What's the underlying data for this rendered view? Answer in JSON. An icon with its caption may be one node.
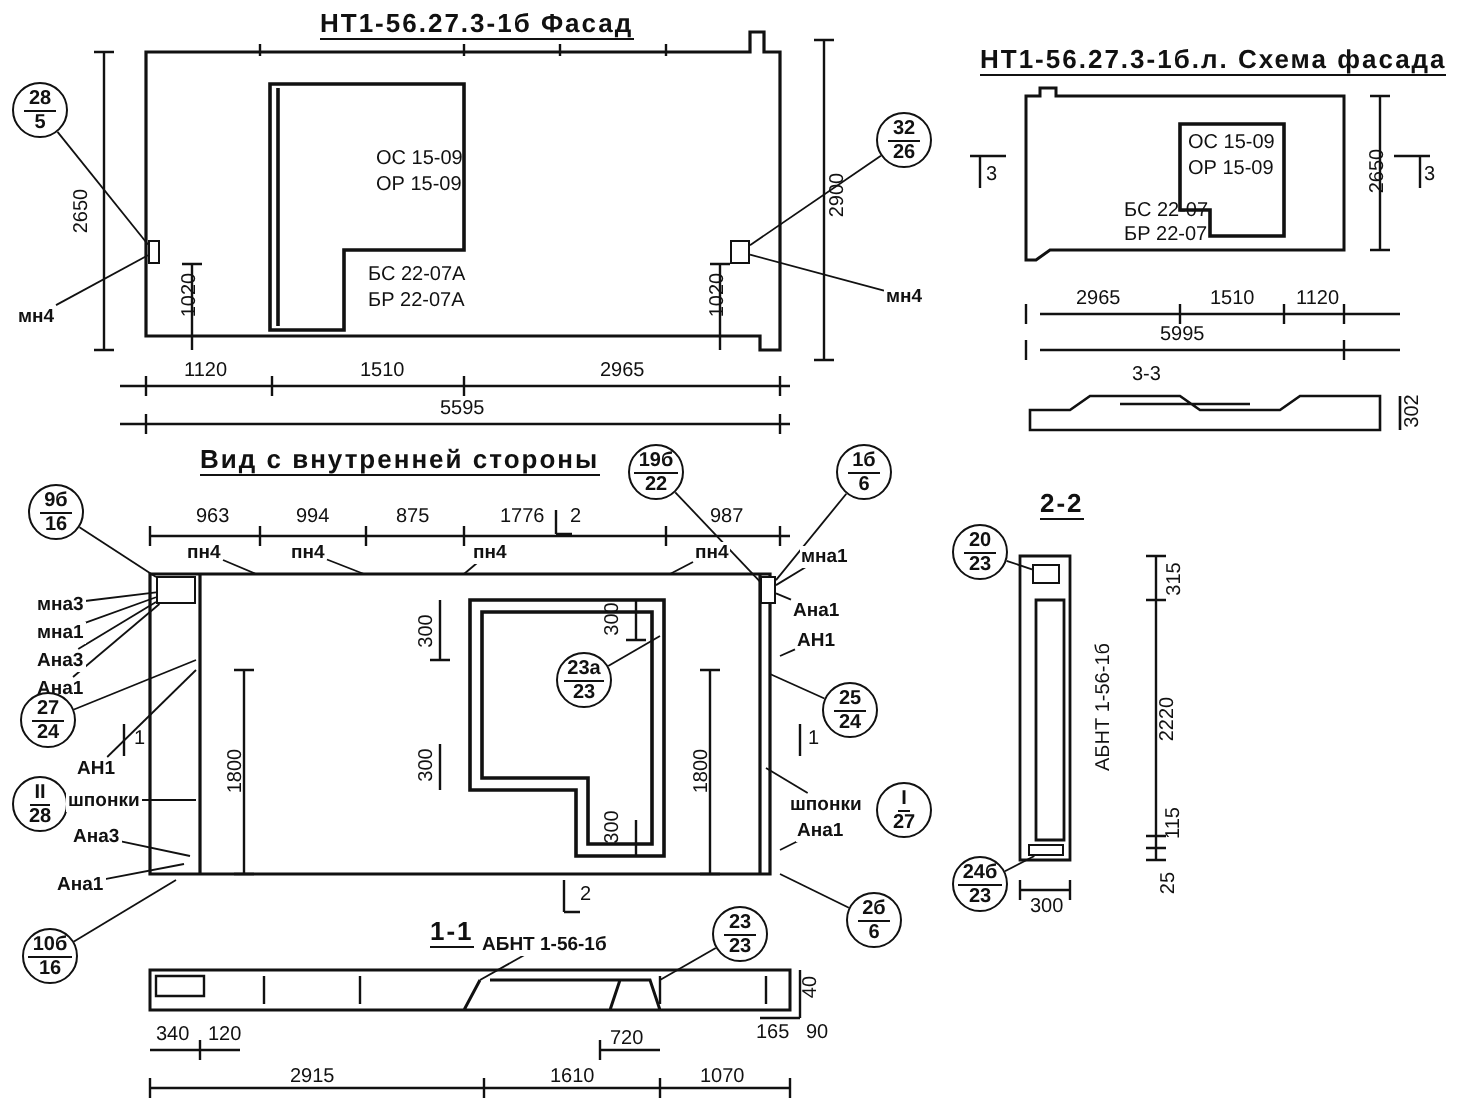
{
  "diagram": {
    "nodes": [
      {
        "text": [
          "28",
          "5"
        ]
      },
      {
        "text": [
          "мн4"
        ]
      },
      {
        "text": [
          "32",
          "26"
        ]
      },
      {
        "text": [
          "мн4"
        ]
      },
      {
        "text": [
          "9б",
          "16"
        ]
      },
      {
        "text": [
          "мна3"
        ]
      },
      {
        "text": [
          "мна1"
        ]
      },
      {
        "text": [
          "Ана3"
        ]
      },
      {
        "text": [
          "Ана1"
        ]
      },
      {
        "text": [
          "27",
          "24"
        ]
      },
      {
        "text": [
          "АН1"
        ]
      },
      {
        "text": [
          "II",
          "28"
        ]
      },
      {
        "text": [
          "шпонки"
        ]
      },
      {
        "text": [
          "Ана3"
        ]
      },
      {
        "text": [
          "Ана1"
        ]
      },
      {
        "text": [
          "10б",
          "16"
        ]
      },
      {
        "text": [
          "19б",
          "22"
        ]
      },
      {
        "text": [
          "1б",
          "6"
        ]
      },
      {
        "text": [
          "мна1"
        ]
      },
      {
        "text": [
          "Ана1"
        ]
      },
      {
        "text": [
          "АН1"
        ]
      },
      {
        "text": [
          "23а",
          "23"
        ]
      },
      {
        "text": [
          "25",
          "24"
        ]
      },
      {
        "text": [
          "шпонки"
        ]
      },
      {
        "text": [
          "I",
          "27"
        ]
      },
      {
        "text": [
          "Ана1"
        ]
      },
      {
        "text": [
          "2б",
          "6"
        ]
      },
      {
        "text": [
          "23",
          "23"
        ]
      },
      {
        "text": [
          "АБНТ 1-56-1б"
        ]
      },
      {
        "text": [
          "20",
          "23"
        ]
      },
      {
        "text": [
          "24б",
          "23"
        ]
      },
      {
        "text": [
          "пн4"
        ]
      },
      {
        "text": [
          "пн4"
        ]
      },
      {
        "text": [
          "пн4"
        ]
      },
      {
        "text": [
          "пн4"
        ]
      },
      {
        "text": [],
        "shape": "box"
      },
      {
        "text": [],
        "shape": "box"
      },
      {
        "text": [],
        "shape": "box"
      },
      {
        "text": [],
        "shape": "box"
      },
      {
        "text": [],
        "shape": "box"
      },
      {
        "text": [],
        "shape": "box"
      }
    ],
    "edges": [
      {
        "from": 0,
        "to": 35,
        "arrow": "none"
      },
      {
        "from": 1,
        "to": 35,
        "arrow": "none"
      },
      {
        "from": 2,
        "to": 36,
        "arrow": "none"
      },
      {
        "from": 3,
        "to": 36,
        "arrow": "none"
      },
      {
        "from": 4,
        "to": 37,
        "arrow": "none"
      },
      {
        "from": 5,
        "to": 37,
        "arrow": "none"
      },
      {
        "from": 6,
        "to": 37,
        "arrow": "none"
      },
      {
        "from": 7,
        "to": 37,
        "arrow": "none"
      },
      {
        "from": 8,
        "to": 37,
        "arrow": "none"
      },
      {
        "from": 9,
        "to": null,
        "arrow": "none"
      },
      {
        "from": 10,
        "to": null,
        "arrow": "none"
      },
      {
        "from": 12,
        "to": null,
        "arrow": "none"
      },
      {
        "from": 13,
        "to": null,
        "arrow": "none"
      },
      {
        "from": 14,
        "to": null,
        "arrow": "none"
      },
      {
        "from": 15,
        "to": null,
        "arrow": "none"
      },
      {
        "from": 16,
        "to": 38,
        "arrow": "none"
      },
      {
        "from": 17,
        "to": 38,
        "arrow": "none"
      },
      {
        "from": 18,
        "to": 38,
        "arrow": "none"
      },
      {
        "from": 19,
        "to": 38,
        "arrow": "none"
      },
      {
        "from": 20,
        "to": null,
        "arrow": "none"
      },
      {
        "from": 21,
        "to": null,
        "arrow": "none"
      },
      {
        "from": 22,
        "to": null,
        "arrow": "none"
      },
      {
        "from": 23,
        "to": null,
        "arrow": "none"
      },
      {
        "from": 25,
        "to": null,
        "arrow": "none"
      },
      {
        "from": 26,
        "to": null,
        "arrow": "none"
      },
      {
        "from": 27,
        "to": null,
        "arrow": "none"
      },
      {
        "from": 28,
        "to": null,
        "arrow": "none"
      },
      {
        "from": 29,
        "to": 39,
        "arrow": "none"
      },
      {
        "from": 30,
        "to": 40,
        "arrow": "none"
      },
      {
        "from": 31,
        "to": null,
        "arrow": "none"
      },
      {
        "from": 32,
        "to": null,
        "arrow": "none"
      },
      {
        "from": 33,
        "to": null,
        "arrow": "none"
      },
      {
        "from": 34,
        "to": null,
        "arrow": "none"
      }
    ],
    "labels": [
      "НТ1-56.27.3-1б Фасад",
      "2650",
      "ОС 15-09",
      "ОР 15-09",
      "2900",
      "1020",
      "БС 22-07А",
      "БР 22-07А",
      "1020",
      "1120",
      "1510",
      "2965",
      "5595",
      "НТ1-56.27.3-1б.л. Схема фасада",
      "3",
      "ОС 15-09",
      "ОР 15-09",
      "2650",
      "3",
      "БС 22-07",
      "БР 22-07",
      "2965",
      "1510",
      "1120",
      "5995",
      "3-3",
      "302",
      "Вид с внутренней стороны",
      "963",
      "994",
      "875",
      "1776",
      "2",
      "987",
      "300",
      "300",
      "1",
      "1800",
      "300",
      "1800",
      "1",
      "300",
      "2",
      "1-1",
      "2-2",
      "315",
      "АБНТ 1-56-1б",
      "2220",
      "115",
      "25",
      "300",
      "40",
      "340",
      "120",
      "720",
      "165",
      "90",
      "2915",
      "1610",
      "1070"
    ]
  }
}
